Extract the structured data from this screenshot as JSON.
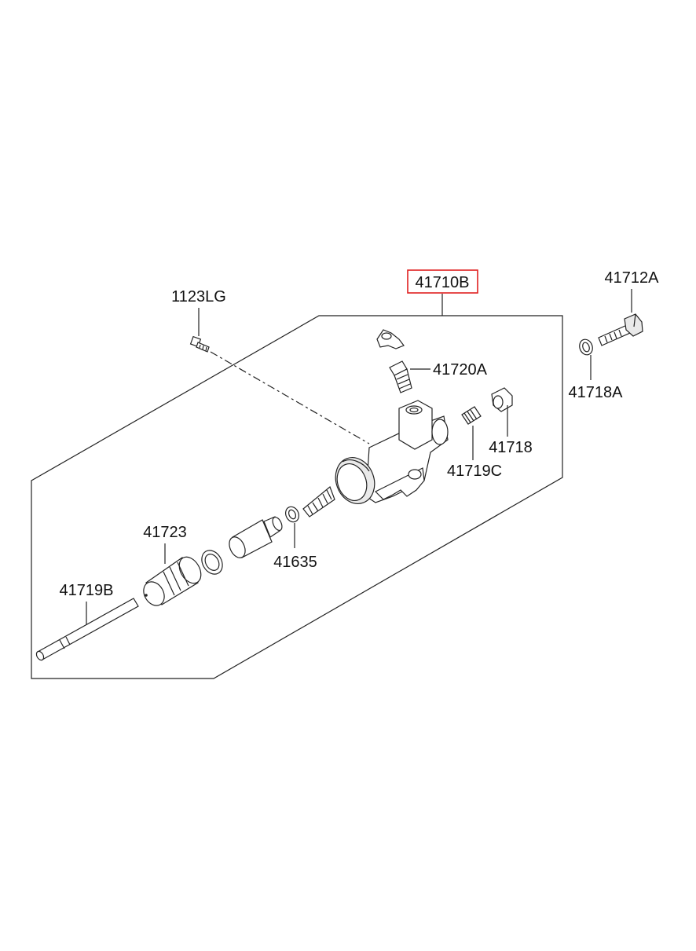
{
  "diagram": {
    "highlight_color": "#e02020",
    "line_color": "#222222",
    "labels": {
      "assembly": "41710B",
      "bolt_top": "1123LG",
      "bleeder_bolt": "41712A",
      "gasket": "41718A",
      "bleeder_plug": "41720A",
      "spring": "41719C",
      "cap": "41718",
      "ring": "41635",
      "boot": "41723",
      "push_rod": "41719B"
    }
  }
}
